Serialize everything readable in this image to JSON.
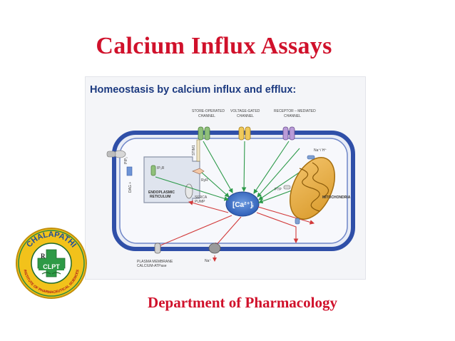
{
  "slide": {
    "title": "Calcium Influx Assays",
    "department": "Department of Pharmacology"
  },
  "figure": {
    "heading": "Homeostasis by calcium influx and efflux:",
    "labels": {
      "store_operated": [
        "STORE-OPERATED",
        "CHANNEL"
      ],
      "voltage_gated": [
        "VOLTAGE-GATED",
        "CHANNEL"
      ],
      "receptor_mediated": [
        "RECEPTOR – MEDIATED",
        "CHANNEL"
      ],
      "stim1": "STIM1",
      "ip3r": "IP₃R",
      "ryr": "RyR",
      "dag": "DAG +",
      "pip2": "PIP₂",
      "er": [
        "ENDOPLASMIC",
        "RETICULUM"
      ],
      "serca": [
        "SERCA",
        "PUMP"
      ],
      "calcium": "[Ca²⁺]ᵢ",
      "ptp": "PTP",
      "na_h": "Na⁺/ H⁺",
      "mito": "MITOCHONDRIA",
      "pmca": [
        "PLASMA MEMBRANE",
        "CALCIUM-ATPase"
      ],
      "na": "Na⁺"
    }
  },
  "logo": {
    "top_text": "CHALAPATHI",
    "bottom_text": "INSTITUTE OF PHARMACEUTICAL SCIENCES",
    "center": "CLPT",
    "rx": "R"
  },
  "colors": {
    "title": "#d0112b",
    "heading": "#1c3a80",
    "membrane": "#2f4fa8",
    "arrow_green": "#2d9a4a",
    "arrow_red": "#d23a3a",
    "calcium_blob": "#3a6fc8"
  }
}
